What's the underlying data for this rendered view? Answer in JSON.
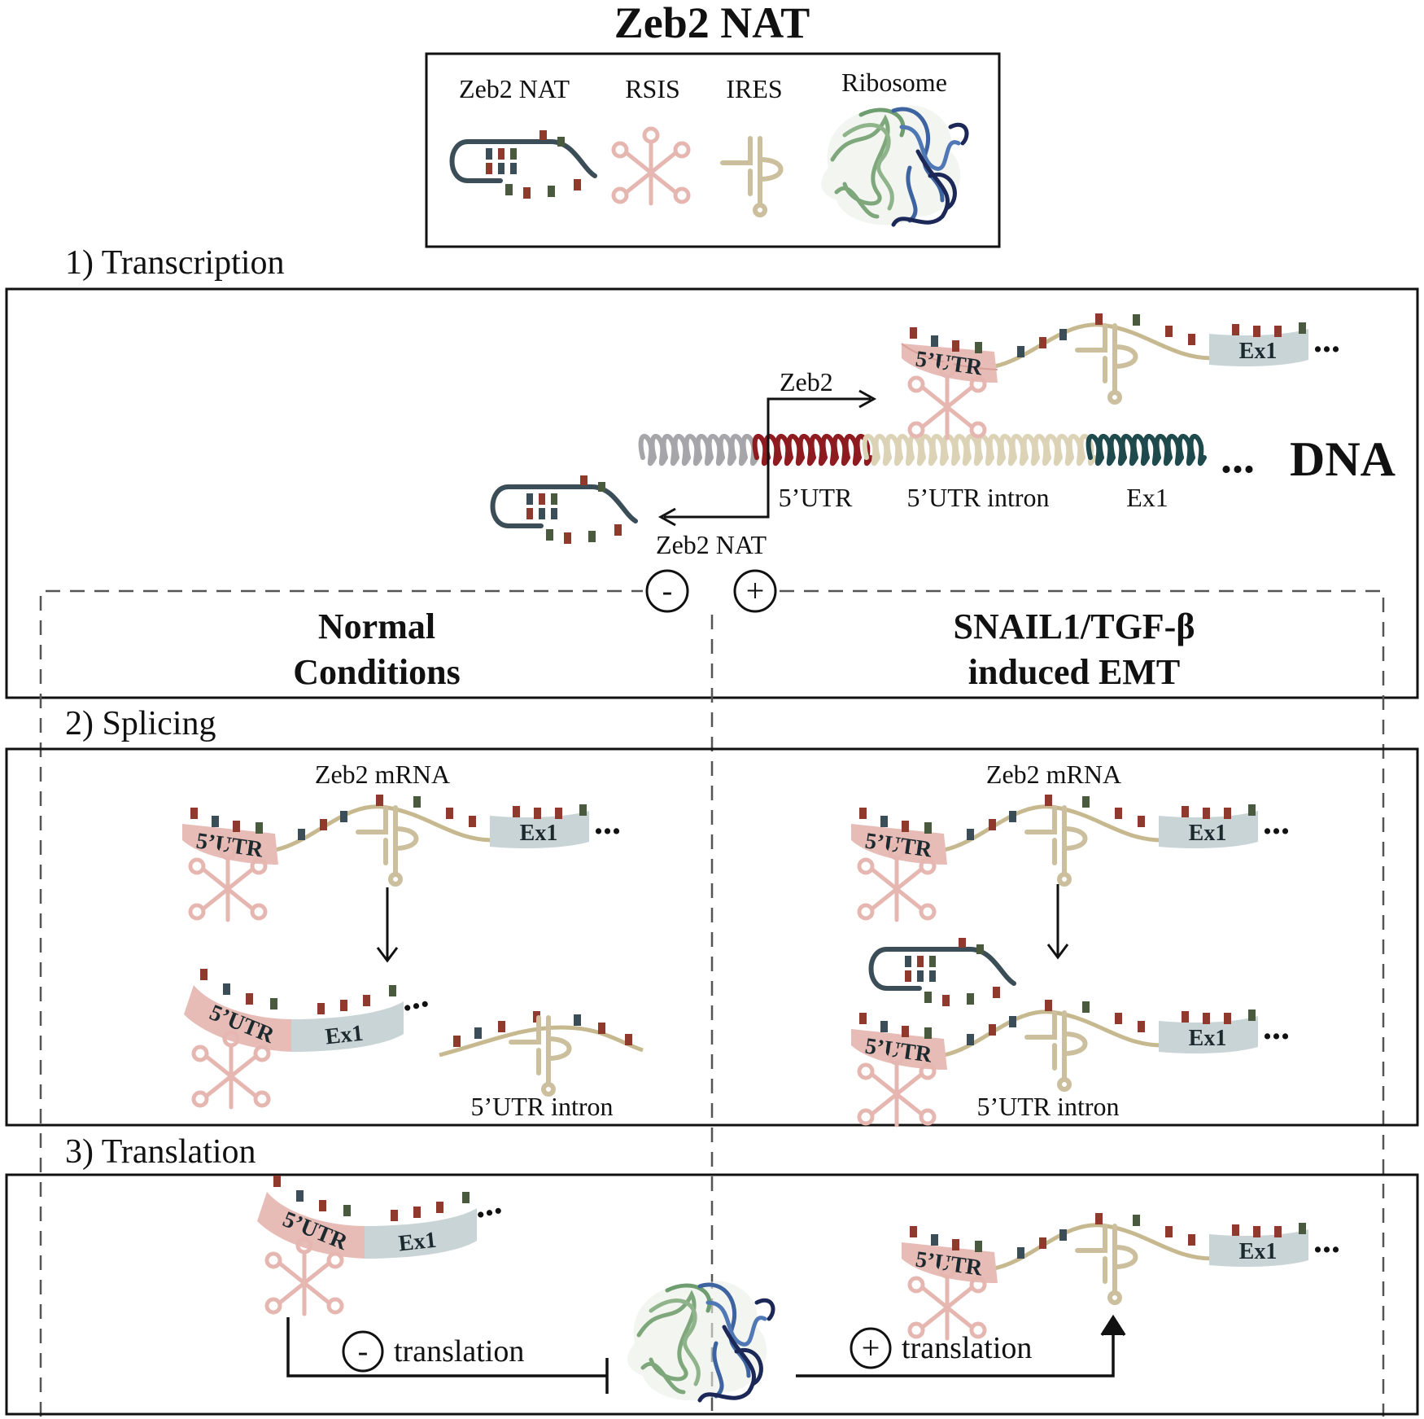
{
  "figure": {
    "title": "Zeb2 NAT",
    "legend": {
      "items": [
        {
          "label": "Zeb2 NAT",
          "icon": "zeb2-nat-rna-icon"
        },
        {
          "label": "RSIS",
          "icon": "rsis-icon"
        },
        {
          "label": "IRES",
          "icon": "ires-icon"
        },
        {
          "label": "Ribosome",
          "icon": "ribosome-icon"
        }
      ]
    },
    "panels": {
      "transcription": {
        "heading": "1) Transcription",
        "dna_label": "DNA",
        "dna_dots": "...",
        "zeb2_arrow_label": "Zeb2",
        "nat_arrow_label": "Zeb2 NAT",
        "region_labels": {
          "utr": "5’UTR",
          "intron": "5’UTR intron",
          "ex1": "Ex1"
        },
        "minus_sign": "-",
        "plus_sign": "+"
      },
      "conditions": {
        "left_line1": "Normal",
        "left_line2": "Conditions",
        "right_line1": "SNAIL1/TGF-β",
        "right_line2": "induced EMT"
      },
      "splicing": {
        "heading": "2) Splicing",
        "left_mrna_label": "Zeb2 mRNA",
        "right_mrna_label": "Zeb2 mRNA",
        "left_intron_label": "5’UTR intron",
        "right_intron_label": "5’UTR intron"
      },
      "translation": {
        "heading": "3) Translation",
        "left_label": "translation",
        "right_label": "translation",
        "minus_sign": "-",
        "plus_sign": "+"
      }
    },
    "segment_labels": {
      "utr": "5’UTR",
      "ex1": "Ex1",
      "dots": "..."
    },
    "colors": {
      "nat_strand": "#3b4d57",
      "utr_fill": "#e8bcb6",
      "ex1_fill": "#c8d4d6",
      "rsis": "#e6b7b1",
      "ires": "#cbbf9e",
      "strand": "#c7b98f",
      "dna_grey": "#a5a5aa",
      "dna_red": "#8e1b1f",
      "dna_cream": "#dcd3b6",
      "dna_teal": "#1f4a4d",
      "ribosome_green": "#7fa77c",
      "ribosome_blue": "#3d63a0",
      "ribosome_navy": "#1c2858"
    }
  }
}
